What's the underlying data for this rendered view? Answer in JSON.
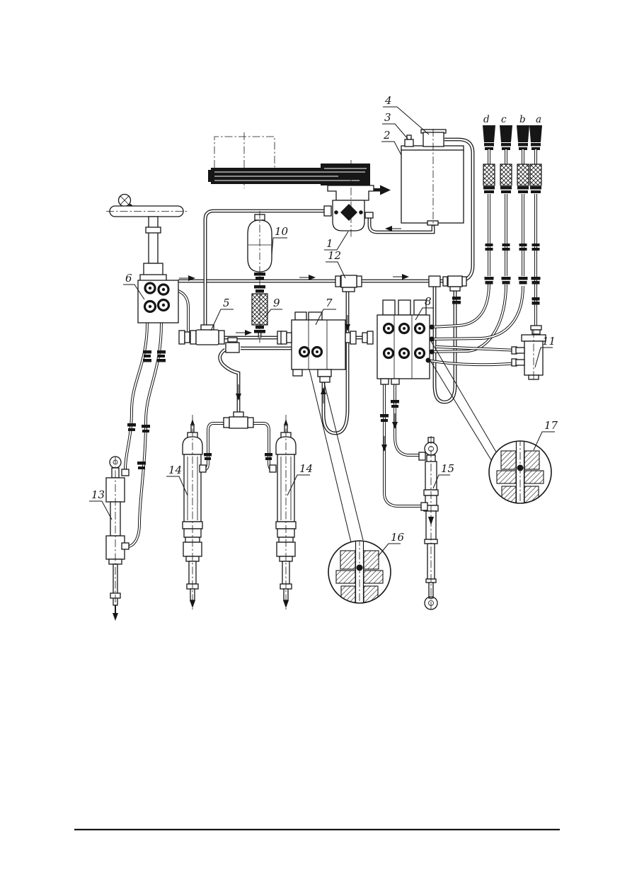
{
  "colors": {
    "ink": "#161616",
    "paper": "#ffffff"
  },
  "figure": {
    "kind": "hydraulic-system-schematic",
    "callouts": [
      {
        "id": "pump",
        "text": "1"
      },
      {
        "id": "tank",
        "text": "2"
      },
      {
        "id": "breather",
        "text": "3"
      },
      {
        "id": "filler",
        "text": "4"
      },
      {
        "id": "tee-5",
        "text": "5"
      },
      {
        "id": "coupler-block",
        "text": "6"
      },
      {
        "id": "valve-7",
        "text": "7"
      },
      {
        "id": "valve-8",
        "text": "8"
      },
      {
        "id": "filter-9",
        "text": "9"
      },
      {
        "id": "accumulator-10",
        "text": "10"
      },
      {
        "id": "fitting-11",
        "text": "11"
      },
      {
        "id": "tee-12",
        "text": "12"
      },
      {
        "id": "cylinder-13",
        "text": "13"
      },
      {
        "id": "cylinder-14-left",
        "text": "14"
      },
      {
        "id": "cylinder-14-right",
        "text": "14"
      },
      {
        "id": "cylinder-15",
        "text": "15"
      },
      {
        "id": "detail-16",
        "text": "16"
      },
      {
        "id": "detail-17",
        "text": "17"
      },
      {
        "id": "port-d",
        "text": "d"
      },
      {
        "id": "port-c",
        "text": "c"
      },
      {
        "id": "port-b",
        "text": "b"
      },
      {
        "id": "port-a",
        "text": "a"
      }
    ]
  }
}
